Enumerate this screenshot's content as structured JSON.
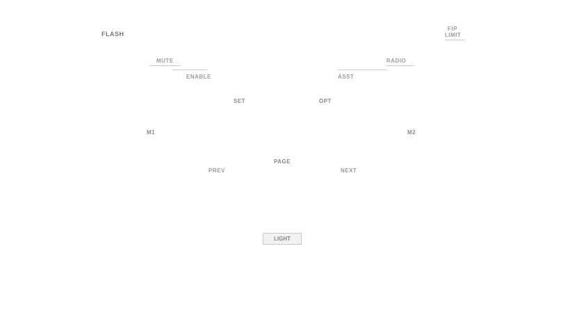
{
  "header": {
    "title": "FLASH",
    "top_right_line1": "FIP",
    "top_right_line2": "LIMIT"
  },
  "left_group": {
    "label": "MUTE",
    "value": "ENABLE"
  },
  "right_group": {
    "label": "RADIO",
    "value": "ASST"
  },
  "controls": {
    "set": "SET",
    "opt": "OPT",
    "m1": "M1",
    "m2": "M2",
    "page": "PAGE",
    "prev": "PREV",
    "next": "NEXT"
  },
  "footer": {
    "button_label": "LIGHT"
  }
}
